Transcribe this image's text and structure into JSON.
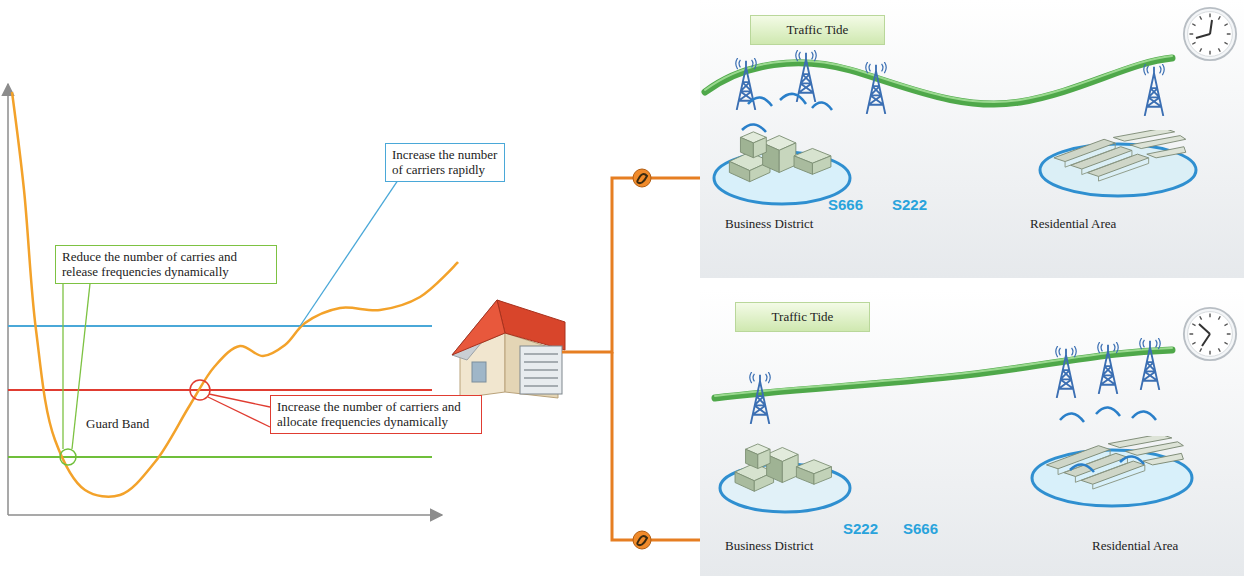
{
  "diagram": {
    "nodes": [
      {
        "text": [
          "Increase the number of carriers rapidly"
        ]
      },
      {
        "text": [
          "Reduce the number of carries and release frequencies dynamically"
        ]
      },
      {
        "text": [
          "Increase the number of carriers and allocate frequencies dynamically"
        ]
      },
      {
        "text": [
          "Business District",
          "S666",
          "S222",
          "Residential Area"
        ]
      },
      {
        "text": [
          "Traffic Tide"
        ],
        "in": 3
      },
      {
        "text": [
          "Business District",
          "S222",
          "S666",
          "Residential Area"
        ]
      },
      {
        "text": [
          "Traffic Tide"
        ],
        "in": 5
      }
    ],
    "labels": [
      "Guard Band"
    ]
  }
}
